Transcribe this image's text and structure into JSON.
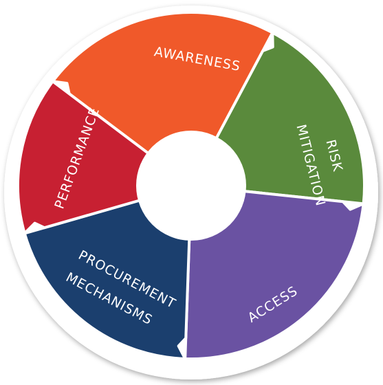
{
  "diagram": {
    "segments": [
      {
        "id": "awareness",
        "lines": [
          "AWARENESS"
        ],
        "color": "#f0592a"
      },
      {
        "id": "risk",
        "lines": [
          "RISK",
          "MITIGATION"
        ],
        "color": "#5a8a3c"
      },
      {
        "id": "access",
        "lines": [
          "ACCESS"
        ],
        "color": "#6a52a2"
      },
      {
        "id": "procurement",
        "lines": [
          "PROCUREMENT",
          "MECHANISMS"
        ],
        "color": "#1b3f6e"
      },
      {
        "id": "performance",
        "lines": [
          "PERFORMANCE"
        ],
        "color": "#c72032"
      }
    ],
    "ring_color": "#ffffff",
    "center_color": "#ffffff"
  }
}
